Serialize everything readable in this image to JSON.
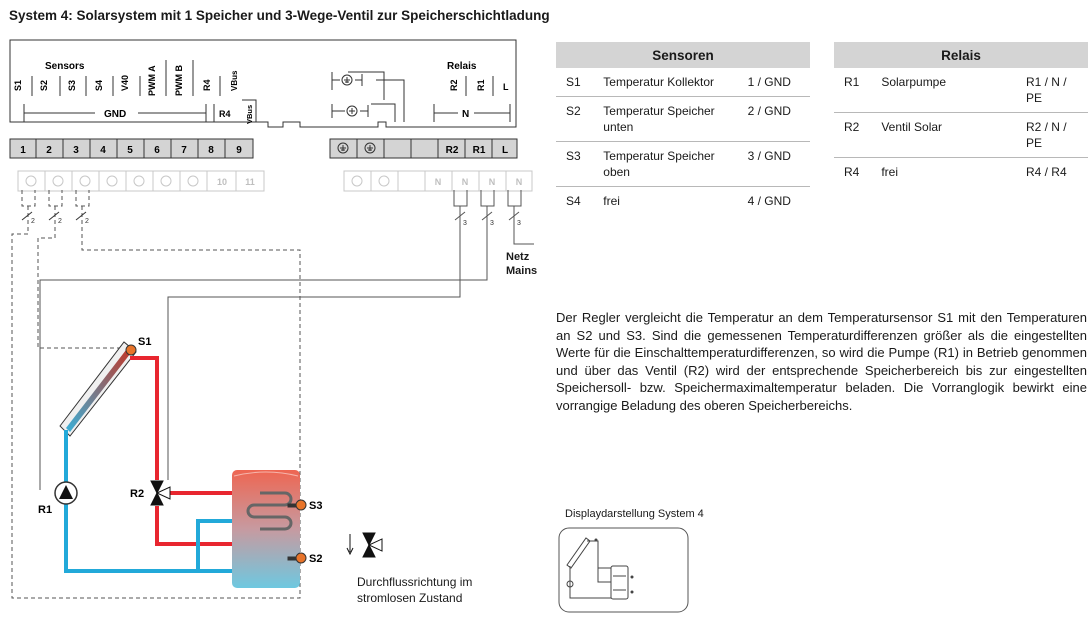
{
  "title": "System 4: Solarsystem mit 1 Speicher und 3-Wege-Ventil zur Speicherschichtladung",
  "controller": {
    "sensors_header": "Sensors",
    "relais_header": "Relais",
    "gnd_label": "GND",
    "n_label": "N",
    "r4_label": "R4",
    "vbus_label": "VBus",
    "top_terminals": [
      "S1",
      "S2",
      "S3",
      "S4",
      "V40",
      "PWM A",
      "PWM B",
      "R4",
      "VBus"
    ],
    "relay_terminals": [
      "R2",
      "R1",
      "L"
    ],
    "numbered_terminals": [
      "1",
      "2",
      "3",
      "4",
      "5",
      "6",
      "7",
      "8",
      "9"
    ],
    "relay_block_terminals": [
      "R2",
      "R1",
      "L"
    ],
    "lower_row": [
      "10",
      "11"
    ],
    "n_terminals": [
      "N",
      "N",
      "N",
      "N"
    ],
    "wire_cores_sensor": [
      "2",
      "2",
      "2"
    ],
    "wire_cores_relay": [
      "3",
      "3",
      "3"
    ],
    "netz_label": "Netz",
    "mains_label": "Mains"
  },
  "schema": {
    "collector_sensor": "S1",
    "tank_sensor_top": "S3",
    "tank_sensor_bottom": "S2",
    "pump_label": "R1",
    "valve_label": "R2",
    "colors": {
      "hot": "#e8262f",
      "cold": "#22a9d9",
      "dashed": "#555555",
      "sensor": "#e8742a"
    }
  },
  "flow_note": [
    "Durchflussrichtung im",
    "stromlosen Zustand"
  ],
  "sensors_table": {
    "header": "Sensoren",
    "rows": [
      {
        "id": "S1",
        "desc": "Temperatur Kollektor",
        "term": "1 / GND"
      },
      {
        "id": "S2",
        "desc": "Temperatur Speicher unten",
        "term": "2 / GND"
      },
      {
        "id": "S3",
        "desc": "Temperatur Speicher oben",
        "term": "3 / GND"
      },
      {
        "id": "S4",
        "desc": "frei",
        "term": "4 / GND"
      }
    ]
  },
  "relais_table": {
    "header": "Relais",
    "rows": [
      {
        "id": "R1",
        "desc": "Solarpumpe",
        "term": "R1 / N / PE"
      },
      {
        "id": "R2",
        "desc": "Ventil Solar",
        "term": "R2 / N / PE"
      },
      {
        "id": "R4",
        "desc": "frei",
        "term": "R4 / R4"
      }
    ]
  },
  "description": "Der Regler vergleicht die Temperatur an dem Temperatursensor S1 mit den Temperaturen an S2 und S3. Sind die gemessenen Temperaturdifferenzen größer als die eingestellten Werte für die Einschalttemperaturdifferenzen, so wird die Pumpe (R1) in Betrieb genommen und über das Ventil (R2) wird der entsprechende Speicherbereich bis zur eingestellten Speichersoll- bzw. Speichermaximaltemperatur beladen. Die Vorranglogik bewirkt eine vorrangige Beladung des oberen Speicherbereichs.",
  "display_label": "Displaydarstellung System 4"
}
